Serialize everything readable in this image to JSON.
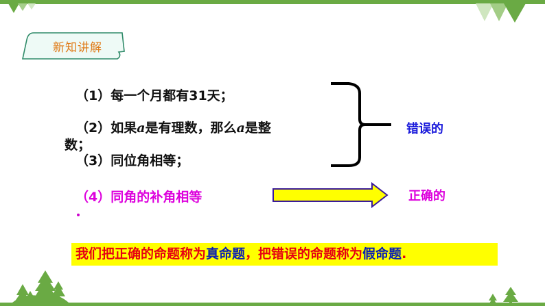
{
  "slide": {
    "section_label": "新知讲解",
    "items": [
      {
        "label": "（1）每一个月都有31天；"
      },
      {
        "prefix": "（2）如果",
        "var1": "a",
        "middle": "是有理数，那么",
        "var2": "a",
        "suffix": "是整",
        "continuation": "数；"
      },
      {
        "label": "（3）同位角相等；"
      },
      {
        "label": "（4）同角的补角相等",
        "trailing": "."
      }
    ],
    "results": {
      "wrong": "错误的",
      "correct": "正确的"
    },
    "summary": {
      "part1": "我们把正确的命题称为",
      "true_term": "真命题",
      "part2": "，把错误的命题称为",
      "false_term": "假命题",
      "end": "."
    },
    "colors": {
      "theme_green": "#6aaa44",
      "label_orange": "#e07b18",
      "wrong_blue": "#1a1adb",
      "correct_magenta": "#dd00dd",
      "summary_red": "#e60012",
      "summary_blue": "#0a1fb4",
      "highlight_yellow": "#ffff00"
    }
  }
}
